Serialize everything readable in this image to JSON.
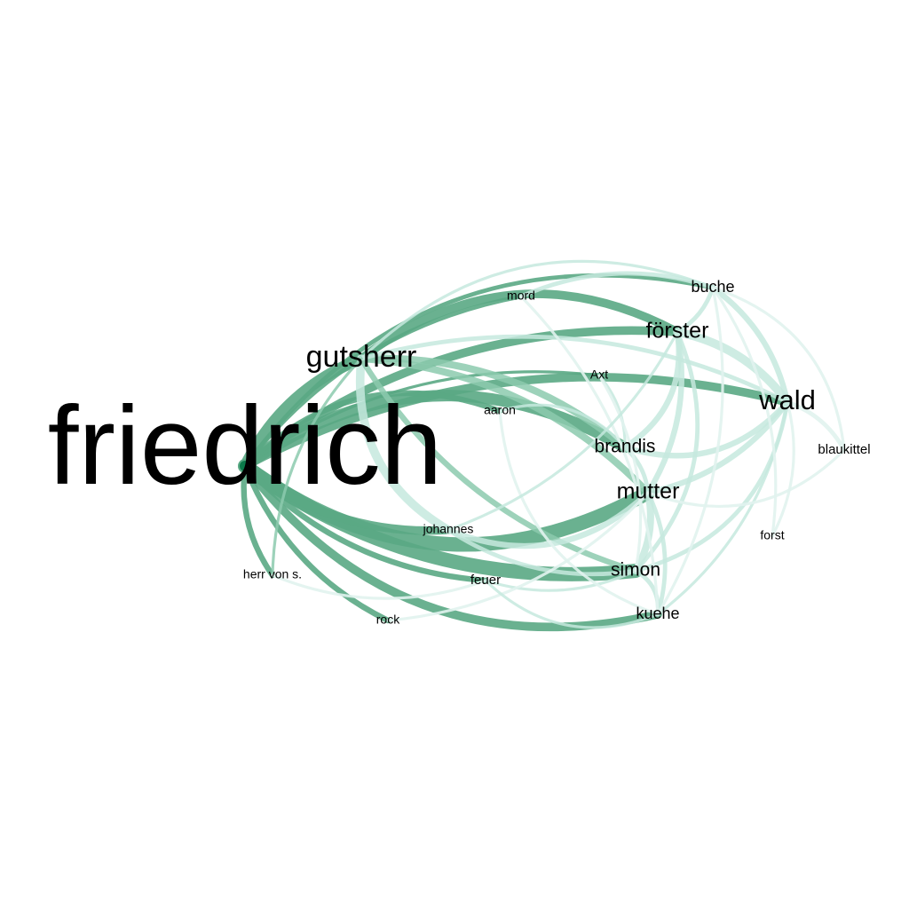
{
  "colors": {
    "edge_dark": "#5aa884",
    "edge_mid": "#8ccaae",
    "edge_light": "#c6e9de",
    "edge_faint": "#e1f3ee",
    "hub_dot": "#0b7a4a",
    "text": "#000000",
    "background": "#ffffff"
  },
  "nodes": [
    {
      "id": "friedrich",
      "label": "friedrich",
      "weight": 10
    },
    {
      "id": "gutsherr",
      "label": "gutsherr",
      "weight": 4
    },
    {
      "id": "wald",
      "label": "wald",
      "weight": 3.6
    },
    {
      "id": "foerster",
      "label": "förster",
      "weight": 3.1
    },
    {
      "id": "mutter",
      "label": "mutter",
      "weight": 3.1
    },
    {
      "id": "brandis",
      "label": "brandis",
      "weight": 2.6
    },
    {
      "id": "simon",
      "label": "simon",
      "weight": 2.6
    },
    {
      "id": "buche",
      "label": "buche",
      "weight": 2.2
    },
    {
      "id": "kuehe",
      "label": "kuehe",
      "weight": 2.1
    },
    {
      "id": "feuer",
      "label": "feuer",
      "weight": 1.8
    },
    {
      "id": "johannes",
      "label": "johannes",
      "weight": 1.7
    },
    {
      "id": "mord",
      "label": "mord",
      "weight": 1.6
    },
    {
      "id": "aaron",
      "label": "aaron",
      "weight": 1.6
    },
    {
      "id": "axt",
      "label": "Axt",
      "weight": 1.6
    },
    {
      "id": "blaukittel",
      "label": "blaukittel",
      "weight": 1.7
    },
    {
      "id": "forst",
      "label": "forst",
      "weight": 1.6
    },
    {
      "id": "herrvons",
      "label": "herr von s.",
      "weight": 1.6
    },
    {
      "id": "rock",
      "label": "rock",
      "weight": 1.6
    }
  ],
  "edges": [
    {
      "source": "friedrich",
      "target": "mutter",
      "strength": 5,
      "tone": "edge_dark"
    },
    {
      "source": "friedrich",
      "target": "simon",
      "strength": 5,
      "tone": "edge_dark"
    },
    {
      "source": "friedrich",
      "target": "gutsherr",
      "strength": 4,
      "tone": "edge_dark"
    },
    {
      "source": "friedrich",
      "target": "brandis",
      "strength": 4,
      "tone": "edge_dark"
    },
    {
      "source": "friedrich",
      "target": "foerster",
      "strength": 3,
      "tone": "edge_dark"
    },
    {
      "source": "friedrich",
      "target": "wald",
      "strength": 3,
      "tone": "edge_dark"
    },
    {
      "source": "friedrich",
      "target": "kuehe",
      "strength": 3,
      "tone": "edge_dark"
    },
    {
      "source": "friedrich",
      "target": "johannes",
      "strength": 3,
      "tone": "edge_dark"
    },
    {
      "source": "friedrich",
      "target": "feuer",
      "strength": 2,
      "tone": "edge_dark"
    },
    {
      "source": "friedrich",
      "target": "aaron",
      "strength": 2,
      "tone": "edge_dark"
    },
    {
      "source": "friedrich",
      "target": "herrvons",
      "strength": 2,
      "tone": "edge_dark"
    },
    {
      "source": "friedrich",
      "target": "rock",
      "strength": 2,
      "tone": "edge_dark"
    },
    {
      "source": "friedrich",
      "target": "buche",
      "strength": 1.5,
      "tone": "edge_dark"
    },
    {
      "source": "friedrich",
      "target": "mord",
      "strength": 1.5,
      "tone": "edge_dark"
    },
    {
      "source": "friedrich",
      "target": "axt",
      "strength": 1,
      "tone": "edge_dark"
    },
    {
      "source": "gutsherr",
      "target": "foerster",
      "strength": 3,
      "tone": "edge_dark"
    },
    {
      "source": "gutsherr",
      "target": "mutter",
      "strength": 2.5,
      "tone": "edge_mid"
    },
    {
      "source": "gutsherr",
      "target": "brandis",
      "strength": 2.5,
      "tone": "edge_mid"
    },
    {
      "source": "gutsherr",
      "target": "johannes",
      "strength": 3,
      "tone": "edge_light"
    },
    {
      "source": "gutsherr",
      "target": "simon",
      "strength": 2,
      "tone": "edge_mid"
    },
    {
      "source": "gutsherr",
      "target": "wald",
      "strength": 1.5,
      "tone": "edge_light"
    },
    {
      "source": "gutsherr",
      "target": "buche",
      "strength": 1,
      "tone": "edge_light"
    },
    {
      "source": "gutsherr",
      "target": "herrvons",
      "strength": 1,
      "tone": "edge_mid"
    },
    {
      "source": "foerster",
      "target": "wald",
      "strength": 3,
      "tone": "edge_light"
    },
    {
      "source": "foerster",
      "target": "brandis",
      "strength": 2,
      "tone": "edge_light"
    },
    {
      "source": "foerster",
      "target": "mutter",
      "strength": 2,
      "tone": "edge_light"
    },
    {
      "source": "foerster",
      "target": "buche",
      "strength": 1.5,
      "tone": "edge_light"
    },
    {
      "source": "foerster",
      "target": "simon",
      "strength": 1.5,
      "tone": "edge_light"
    },
    {
      "source": "wald",
      "target": "buche",
      "strength": 2,
      "tone": "edge_light"
    },
    {
      "source": "wald",
      "target": "mutter",
      "strength": 2,
      "tone": "edge_light"
    },
    {
      "source": "wald",
      "target": "brandis",
      "strength": 2,
      "tone": "edge_light"
    },
    {
      "source": "wald",
      "target": "blaukittel",
      "strength": 1.5,
      "tone": "edge_faint"
    },
    {
      "source": "wald",
      "target": "forst",
      "strength": 1,
      "tone": "edge_faint"
    },
    {
      "source": "wald",
      "target": "simon",
      "strength": 1.5,
      "tone": "edge_light"
    },
    {
      "source": "wald",
      "target": "kuehe",
      "strength": 1,
      "tone": "edge_light"
    },
    {
      "source": "mutter",
      "target": "simon",
      "strength": 2.5,
      "tone": "edge_light"
    },
    {
      "source": "mutter",
      "target": "johannes",
      "strength": 2,
      "tone": "edge_light"
    },
    {
      "source": "mutter",
      "target": "brandis",
      "strength": 1.5,
      "tone": "edge_light"
    },
    {
      "source": "mutter",
      "target": "kuehe",
      "strength": 1.5,
      "tone": "edge_light"
    },
    {
      "source": "simon",
      "target": "kuehe",
      "strength": 1.5,
      "tone": "edge_light"
    },
    {
      "source": "simon",
      "target": "johannes",
      "strength": 1.5,
      "tone": "edge_light"
    },
    {
      "source": "simon",
      "target": "feuer",
      "strength": 1,
      "tone": "edge_light"
    },
    {
      "source": "brandis",
      "target": "aaron",
      "strength": 1,
      "tone": "edge_light"
    },
    {
      "source": "brandis",
      "target": "axt",
      "strength": 1,
      "tone": "edge_light"
    },
    {
      "source": "buche",
      "target": "mord",
      "strength": 1.5,
      "tone": "edge_light"
    },
    {
      "source": "buche",
      "target": "blaukittel",
      "strength": 1,
      "tone": "edge_faint"
    },
    {
      "source": "buche",
      "target": "kuehe",
      "strength": 1,
      "tone": "edge_faint"
    },
    {
      "source": "mord",
      "target": "kuehe",
      "strength": 1,
      "tone": "edge_faint"
    },
    {
      "source": "aaron",
      "target": "kuehe",
      "strength": 1,
      "tone": "edge_faint"
    },
    {
      "source": "axt",
      "target": "simon",
      "strength": 1,
      "tone": "edge_faint"
    },
    {
      "source": "forst",
      "target": "buche",
      "strength": 1,
      "tone": "edge_faint"
    },
    {
      "source": "blaukittel",
      "target": "mutter",
      "strength": 1,
      "tone": "edge_faint"
    },
    {
      "source": "herrvons",
      "target": "feuer",
      "strength": 1,
      "tone": "edge_faint"
    },
    {
      "source": "rock",
      "target": "mutter",
      "strength": 1,
      "tone": "edge_faint"
    },
    {
      "source": "feuer",
      "target": "kuehe",
      "strength": 1,
      "tone": "edge_light"
    },
    {
      "source": "johannes",
      "target": "foerster",
      "strength": 1,
      "tone": "edge_light"
    }
  ]
}
